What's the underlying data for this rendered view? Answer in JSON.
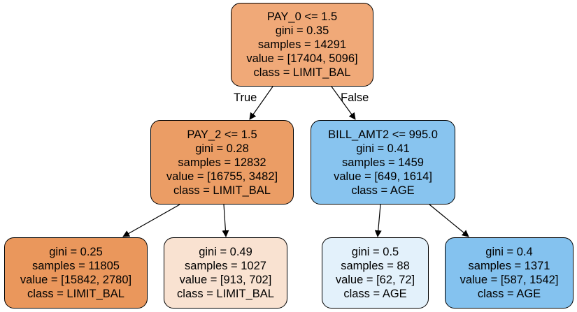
{
  "tree": {
    "nodes": [
      {
        "id": "n0",
        "lines": [
          "PAY_0 <= 1.5",
          "gini = 0.35",
          "samples = 14291",
          "value = [17404, 5096]",
          "class = LIMIT_BAL"
        ],
        "fill": "#f0a978"
      },
      {
        "id": "n1",
        "lines": [
          "PAY_2 <= 1.5",
          "gini = 0.28",
          "samples = 12832",
          "value = [16755, 3482]",
          "class = LIMIT_BAL"
        ],
        "fill": "#eb9d65"
      },
      {
        "id": "n2",
        "lines": [
          "BILL_AMT2 <= 995.0",
          "gini = 0.41",
          "samples = 1459",
          "value = [649, 1614]",
          "class = AGE"
        ],
        "fill": "#88c4ef"
      },
      {
        "id": "n3",
        "lines": [
          "gini = 0.25",
          "samples = 11805",
          "value = [15842, 2780]",
          "class = LIMIT_BAL"
        ],
        "fill": "#ea975c"
      },
      {
        "id": "n4",
        "lines": [
          "gini = 0.49",
          "samples = 1027",
          "value = [913, 702]",
          "class = LIMIT_BAL"
        ],
        "fill": "#f9e2d1"
      },
      {
        "id": "n5",
        "lines": [
          "gini = 0.5",
          "samples = 88",
          "value = [62, 72]",
          "class = AGE"
        ],
        "fill": "#e3f1fb"
      },
      {
        "id": "n6",
        "lines": [
          "gini = 0.4",
          "samples = 1371",
          "value = [587, 1542]",
          "class = AGE"
        ],
        "fill": "#84c2ef"
      }
    ],
    "edges": [
      {
        "from": "n0",
        "to": "n1"
      },
      {
        "from": "n0",
        "to": "n2"
      },
      {
        "from": "n1",
        "to": "n3"
      },
      {
        "from": "n1",
        "to": "n4"
      },
      {
        "from": "n2",
        "to": "n5"
      },
      {
        "from": "n2",
        "to": "n6"
      }
    ],
    "edge_labels": {
      "true_label": "True",
      "false_label": "False"
    }
  }
}
